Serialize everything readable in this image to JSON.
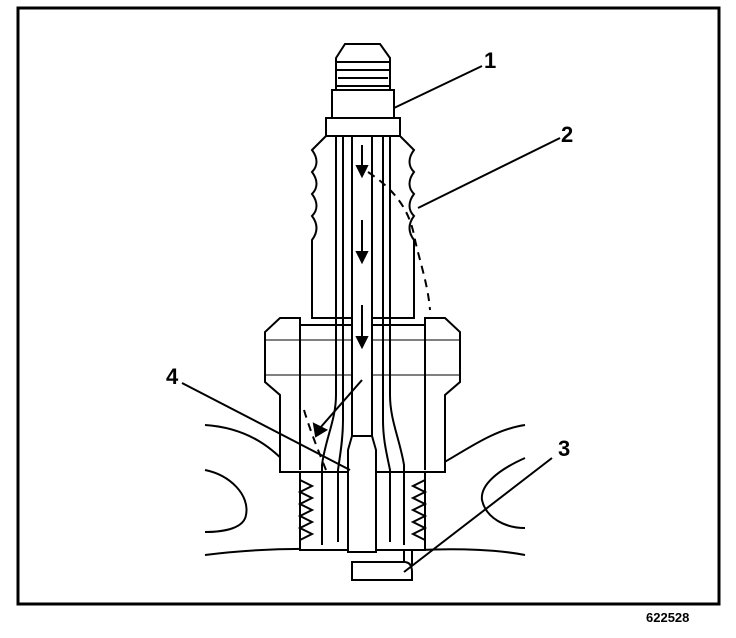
{
  "callouts": [
    "1",
    "2",
    "3",
    "4"
  ],
  "figure_id": "622528",
  "colors": {
    "ink": "#000000",
    "paper": "#ffffff"
  }
}
